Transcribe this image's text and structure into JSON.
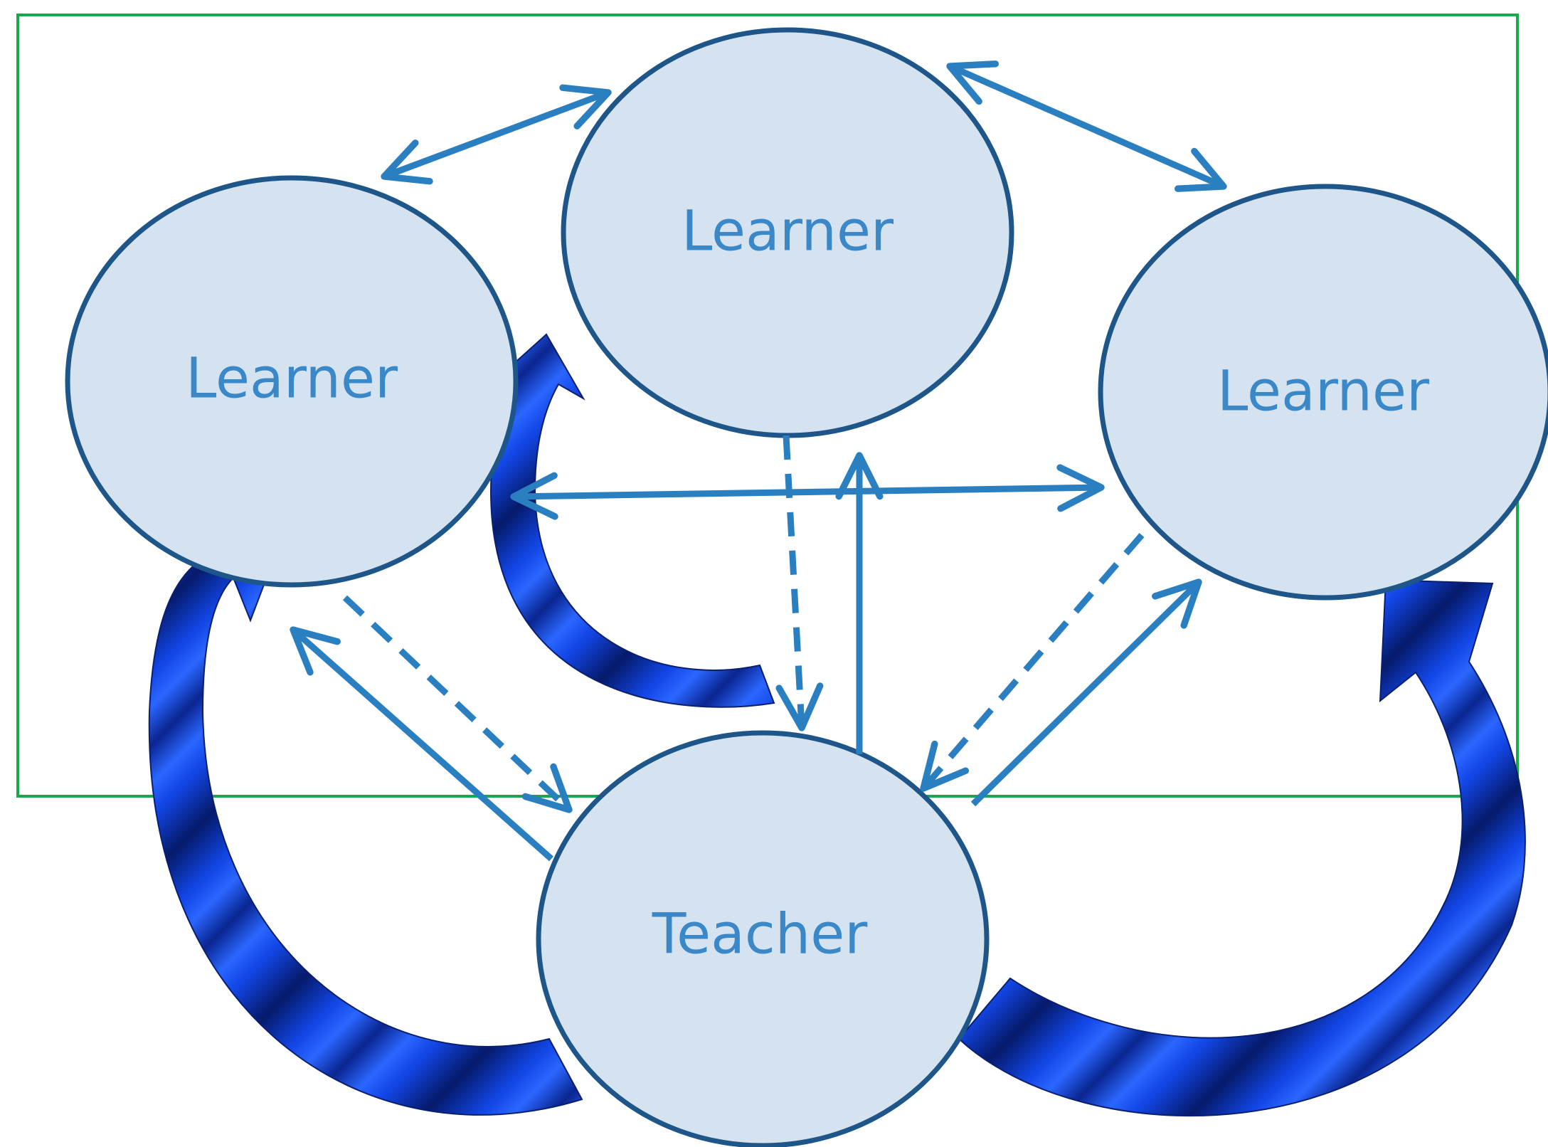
{
  "nodes": {
    "learner_top": {
      "label": "Learner"
    },
    "learner_left": {
      "label": "Learner"
    },
    "learner_right": {
      "label": "Learner"
    },
    "teacher": {
      "label": "Teacher"
    }
  },
  "colors": {
    "node_fill": "#d5e3f1",
    "node_stroke": "#1f5689",
    "label_text": "#3a88c8",
    "connector": "#2a7fc1",
    "boundary": "#19a84c",
    "curved_arrow": "#0d35c8"
  }
}
